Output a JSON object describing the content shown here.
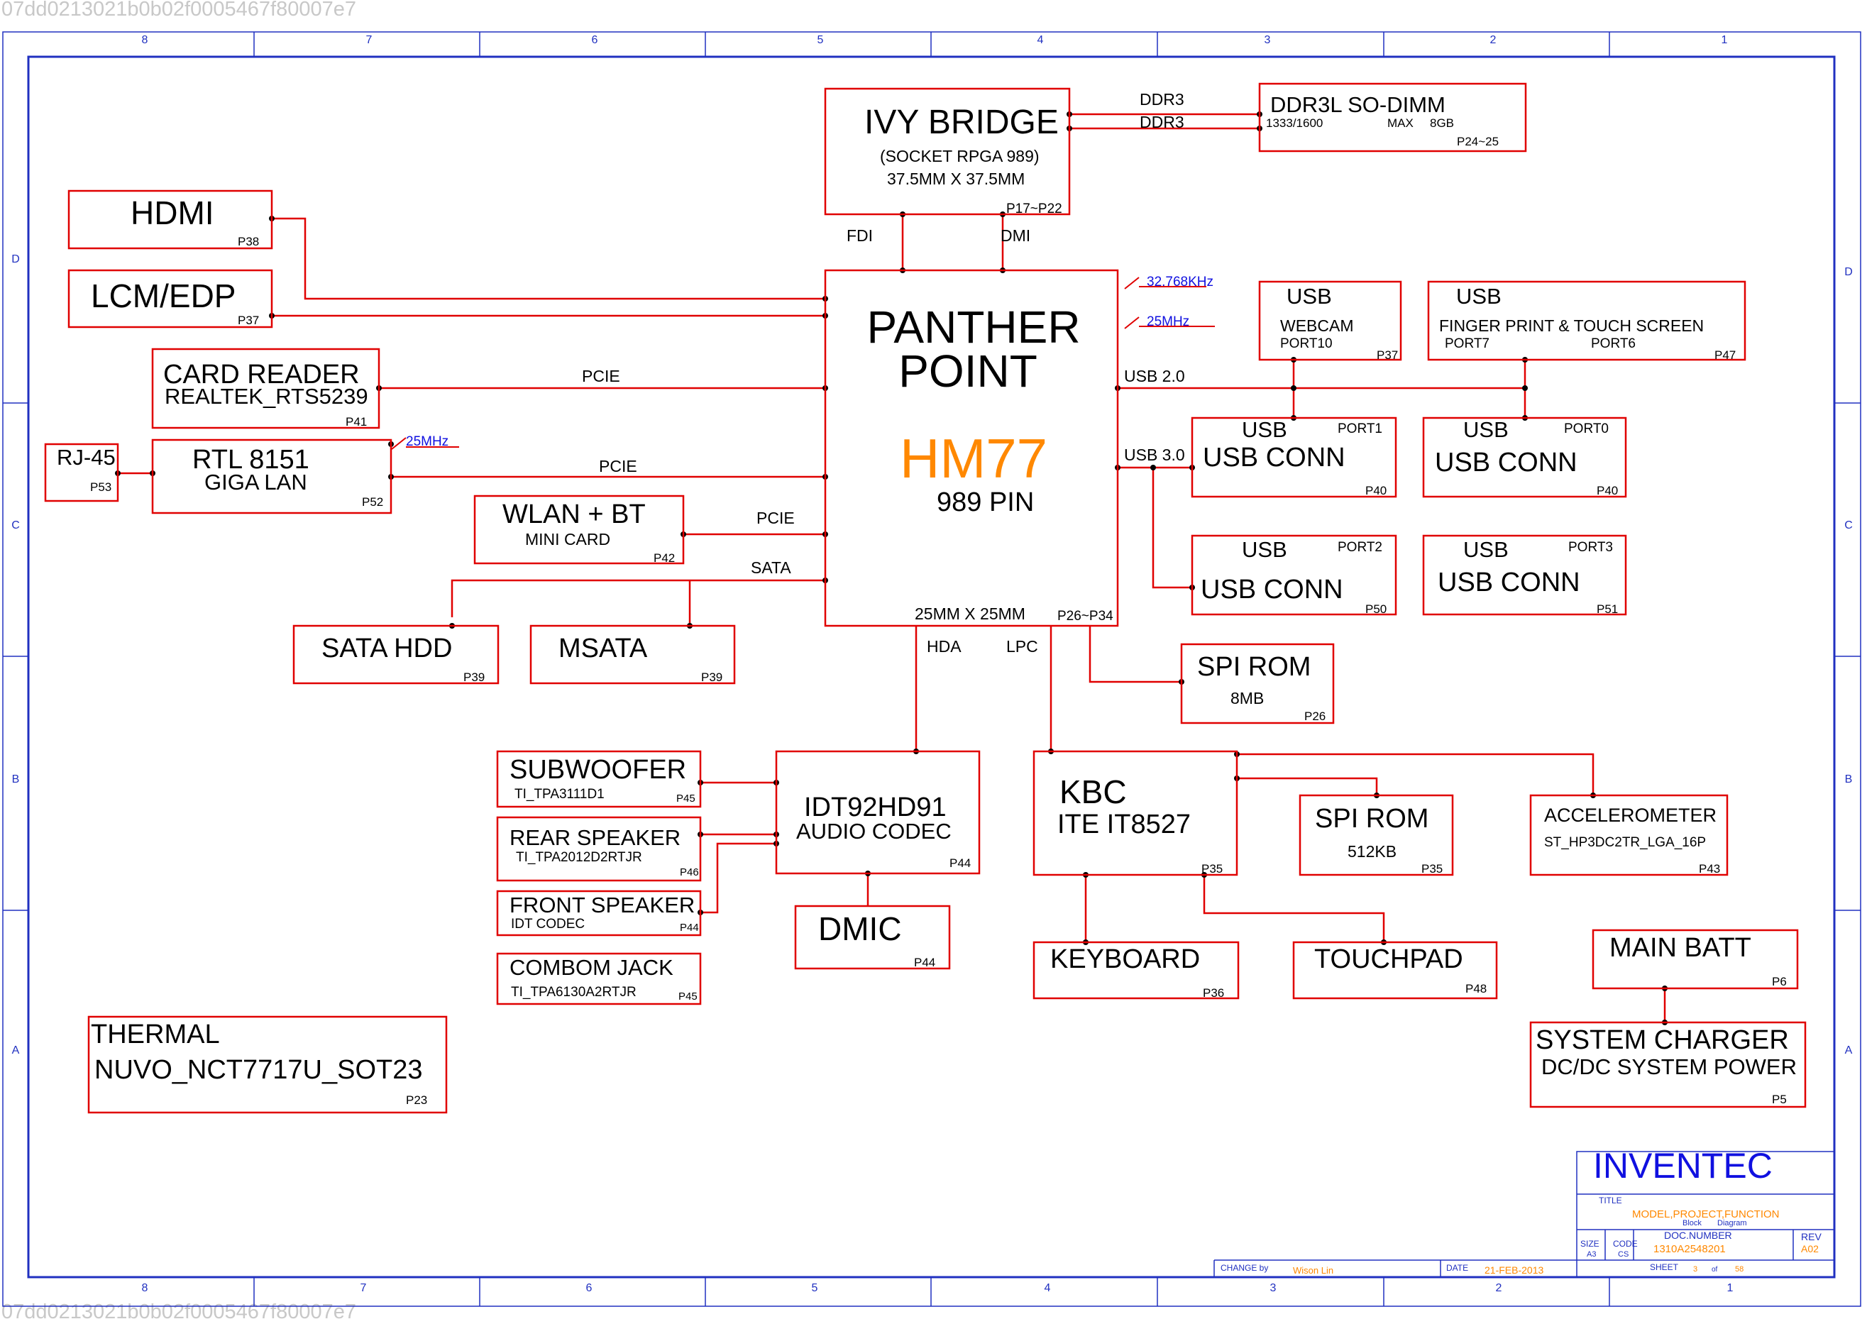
{
  "watermark": "07dd0213021b0b02f0005467f80007e7",
  "frame": {
    "columns": [
      "8",
      "7",
      "6",
      "5",
      "4",
      "3",
      "2",
      "1"
    ],
    "rows": [
      "D",
      "C",
      "B",
      "A"
    ]
  },
  "colors": {
    "box": "#e00000",
    "wire": "#e00000",
    "frame": "#2030c0",
    "accent": "#ff8800",
    "brand": "#1010e0",
    "junction": "#000000"
  },
  "blocks": {
    "ivy": {
      "title": "IVY BRIDGE",
      "sub1": "(SOCKET RPGA 989)",
      "sub2": "37.5MM X 37.5MM",
      "page": "P17~P22"
    },
    "ddr": {
      "title": "DDR3L SO-DIMM",
      "speed": "1333/1600",
      "max": "MAX",
      "size": "8GB",
      "page": "P24~25"
    },
    "hdmi": {
      "title": "HDMI",
      "page": "P38"
    },
    "lcm": {
      "title": "LCM/EDP",
      "page": "P37"
    },
    "pch": {
      "title1": "PANTHER",
      "title2": "POINT",
      "chip": "HM77",
      "pins": "989 PIN",
      "size": "25MM X 25MM",
      "page": "P26~P34"
    },
    "card": {
      "title": "CARD READER",
      "sub": "REALTEK_RTS5239",
      "page": "P41"
    },
    "rj45": {
      "title": "RJ-45",
      "page": "P53"
    },
    "lan": {
      "title": "RTL 8151",
      "sub": "GIGA LAN",
      "page": "P52"
    },
    "wlan": {
      "title": "WLAN + BT",
      "sub": "MINI CARD",
      "page": "P42"
    },
    "sata_hdd": {
      "title": "SATA HDD",
      "page": "P39"
    },
    "msata": {
      "title": "MSATA",
      "page": "P39"
    },
    "webcam": {
      "title": "USB",
      "sub": "WEBCAM",
      "port": "PORT10",
      "page": "P37"
    },
    "finger": {
      "title": "USB",
      "sub": "FINGER PRINT & TOUCH SCREEN",
      "port7": "PORT7",
      "port6": "PORT6",
      "page": "P47"
    },
    "usb1": {
      "title": "USB",
      "sub": "USB CONN",
      "port": "PORT1",
      "page": "P40"
    },
    "usb0": {
      "title": "USB",
      "sub": "USB CONN",
      "port": "PORT0",
      "page": "P40"
    },
    "usb2": {
      "title": "USB",
      "sub": "USB CONN",
      "port": "PORT2",
      "page": "P50"
    },
    "usb3": {
      "title": "USB",
      "sub": "USB CONN",
      "port": "PORT3",
      "page": "P51"
    },
    "spi1": {
      "title": "SPI ROM",
      "sub": "8MB",
      "page": "P26"
    },
    "sub": {
      "title": "SUBWOOFER",
      "sub": "TI_TPA3111D1",
      "page": "P45"
    },
    "rear": {
      "title": "REAR SPEAKER",
      "sub": "TI_TPA2012D2RTJR",
      "page": "P46"
    },
    "front": {
      "title": "FRONT SPEAKER",
      "sub": "IDT CODEC",
      "page": "P44"
    },
    "combo": {
      "title": "COMBOM JACK",
      "sub": "TI_TPA6130A2RTJR",
      "page": "P45"
    },
    "codec": {
      "title": "IDT92HD91",
      "sub": "AUDIO CODEC",
      "page": "P44"
    },
    "dmic": {
      "title": "DMIC",
      "page": "P44"
    },
    "kbc": {
      "title": "KBC",
      "sub": "ITE IT8527",
      "page": "P35"
    },
    "spi2": {
      "title": "SPI ROM",
      "sub": "512KB",
      "page": "P35"
    },
    "accel": {
      "title": "ACCELEROMETER",
      "sub": "ST_HP3DC2TR_LGA_16P",
      "page": "P43"
    },
    "keyboard": {
      "title": "KEYBOARD",
      "page": "P36"
    },
    "touchpad": {
      "title": "TOUCHPAD",
      "page": "P48"
    },
    "batt": {
      "title": "MAIN BATT",
      "page": "P6"
    },
    "charger": {
      "title": "SYSTEM CHARGER",
      "sub": "DC/DC SYSTEM POWER",
      "page": "P5"
    },
    "thermal": {
      "title": "THERMAL",
      "sub": "NUVO_NCT7717U_SOT23",
      "page": "P23"
    }
  },
  "links": {
    "ddr3a": "DDR3",
    "ddr3b": "DDR3",
    "fdi": "FDI",
    "dmi": "DMI",
    "pcie1": "PCIE",
    "pcie2": "PCIE",
    "pcie3": "PCIE",
    "sata": "SATA",
    "usb20": "USB 2.0",
    "usb30": "USB 3.0",
    "hda": "HDA",
    "lpc": "LPC",
    "clk32": "32.768KHz",
    "clk25a": "25MHz",
    "clk25b": "25MHz"
  },
  "title_block": {
    "company": "INVENTEC",
    "title_label": "TITLE",
    "title_value": "MODEL,PROJECT,FUNCTION",
    "title_sub1": "Block",
    "title_sub2": "Diagram",
    "size_label": "SIZE",
    "size_value": "A3",
    "code_label": "CODE",
    "code_value": "CS",
    "doc_label": "DOC.NUMBER",
    "doc_value": "1310A2548201",
    "rev_label": "REV",
    "rev_value": "A02",
    "change_label": "CHANGE by",
    "change_value": "Wison   Lin",
    "date_label": "DATE",
    "date_value": "21-FEB-2013",
    "sheet_label": "SHEET",
    "sheet_value": "3",
    "of_label": "of",
    "sheet_total": "58"
  }
}
